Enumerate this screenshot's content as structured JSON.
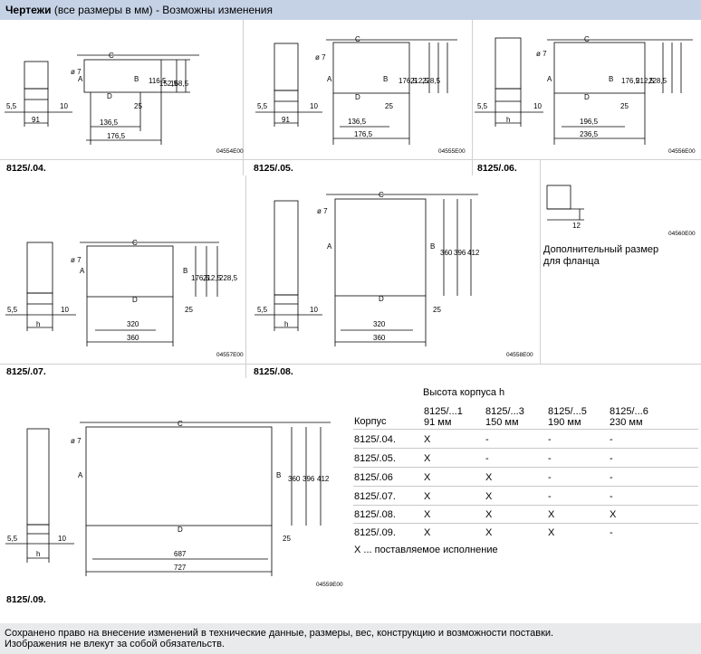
{
  "header": {
    "title_bold": "Чертежи",
    "title_rest": "(все размеры в мм) - Возможны изменения"
  },
  "drawings": [
    {
      "caption": "8125/.04.",
      "code": "04554E00",
      "dims": [
        "5,5",
        "91",
        "10",
        "ø 7",
        "C",
        "A",
        "B",
        "D",
        "116,5",
        "152,5",
        "168,5",
        "136,5",
        "176,5",
        "25"
      ]
    },
    {
      "caption": "8125/.05.",
      "code": "04555E00",
      "dims": [
        "5,5",
        "91",
        "10",
        "ø 7",
        "C",
        "A",
        "B",
        "D",
        "176,5",
        "212,5",
        "228,5",
        "136,5",
        "176,5",
        "25"
      ]
    },
    {
      "caption": "8125/.06.",
      "code": "04556E00",
      "dims": [
        "5,5",
        "h",
        "10",
        "ø 7",
        "C",
        "A",
        "B",
        "D",
        "176,5",
        "212,5",
        "228,5",
        "196,5",
        "236,5",
        "25"
      ]
    },
    {
      "caption": "8125/.07.",
      "code": "04557E00",
      "dims": [
        "5,5",
        "h",
        "10",
        "ø 7",
        "C",
        "A",
        "B",
        "D",
        "176,5",
        "212,5",
        "228,5",
        "320",
        "360",
        "25"
      ]
    },
    {
      "caption": "8125/.08.",
      "code": "04558E00",
      "dims": [
        "5,5",
        "h",
        "10",
        "ø 7",
        "C",
        "A",
        "B",
        "D",
        "360",
        "396",
        "412",
        "320",
        "360",
        "25"
      ]
    },
    {
      "caption": "8125/.09.",
      "code": "04559E00",
      "dims": [
        "5,5",
        "h",
        "10",
        "ø 7",
        "C",
        "A",
        "B",
        "D",
        "360",
        "396",
        "412",
        "687",
        "727",
        "25"
      ]
    }
  ],
  "flange": {
    "code": "04560E00",
    "dim": "12",
    "text_line1": "Дополнительный размер",
    "text_line2": "для фланца"
  },
  "table": {
    "title": "Высота корпуса h",
    "corner": "Корпус",
    "columns": [
      {
        "l1": "8125/...1",
        "l2": "91 мм"
      },
      {
        "l1": "8125/...3",
        "l2": "150 мм"
      },
      {
        "l1": "8125/...5",
        "l2": "190 мм"
      },
      {
        "l1": "8125/...6",
        "l2": "230 мм"
      }
    ],
    "rows": [
      {
        "name": "8125/.04.",
        "cells": [
          "X",
          "-",
          "-",
          "-"
        ]
      },
      {
        "name": "8125/.05.",
        "cells": [
          "X",
          "-",
          "-",
          "-"
        ]
      },
      {
        "name": "8125/.06",
        "cells": [
          "X",
          "X",
          "-",
          "-"
        ]
      },
      {
        "name": "8125/.07.",
        "cells": [
          "X",
          "X",
          "-",
          "-"
        ]
      },
      {
        "name": "8125/.08.",
        "cells": [
          "X",
          "X",
          "X",
          "X"
        ]
      },
      {
        "name": "8125/.09.",
        "cells": [
          "X",
          "X",
          "X",
          "-"
        ]
      }
    ],
    "legend": "X ... поставляемое исполнение"
  },
  "footer": {
    "line1": "Сохранено право на внесение изменений в технические данные, размеры, вес, конструкцию и возможности поставки.",
    "line2": "Изображения не влекут за собой обязательств."
  }
}
